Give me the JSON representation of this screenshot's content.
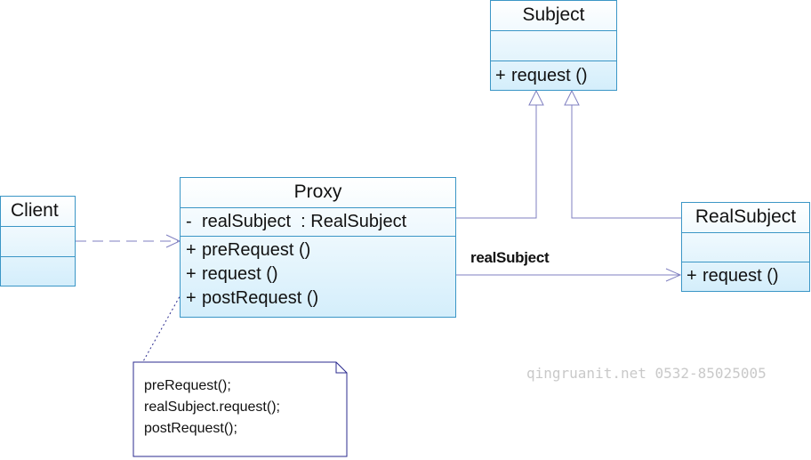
{
  "classes": {
    "subject": {
      "name": "Subject",
      "operations": [
        {
          "visibility": "+",
          "text": "request ()"
        }
      ]
    },
    "client": {
      "name": "Client"
    },
    "proxy": {
      "name": "Proxy",
      "attributes": [
        {
          "visibility": "-",
          "text": "realSubject  : RealSubject"
        }
      ],
      "operations": [
        {
          "visibility": "+",
          "text": "preRequest ()"
        },
        {
          "visibility": "+",
          "text": "request ()"
        },
        {
          "visibility": "+",
          "text": "postRequest ()"
        }
      ]
    },
    "real_subject": {
      "name": "RealSubject",
      "operations": [
        {
          "visibility": "+",
          "text": "request ()"
        }
      ]
    }
  },
  "association": {
    "label": "realSubject"
  },
  "note": {
    "lines": [
      "preRequest();",
      "realSubject.request();",
      "postRequest();"
    ]
  },
  "watermark": "qingruanit.net 0532-85025005",
  "colors": {
    "class_border": "#3b96c6",
    "class_fill_top": "#ffffff",
    "class_fill_bottom": "#d4eefb",
    "connector": "#7f7fc0",
    "note_border": "#2b2b8f"
  }
}
